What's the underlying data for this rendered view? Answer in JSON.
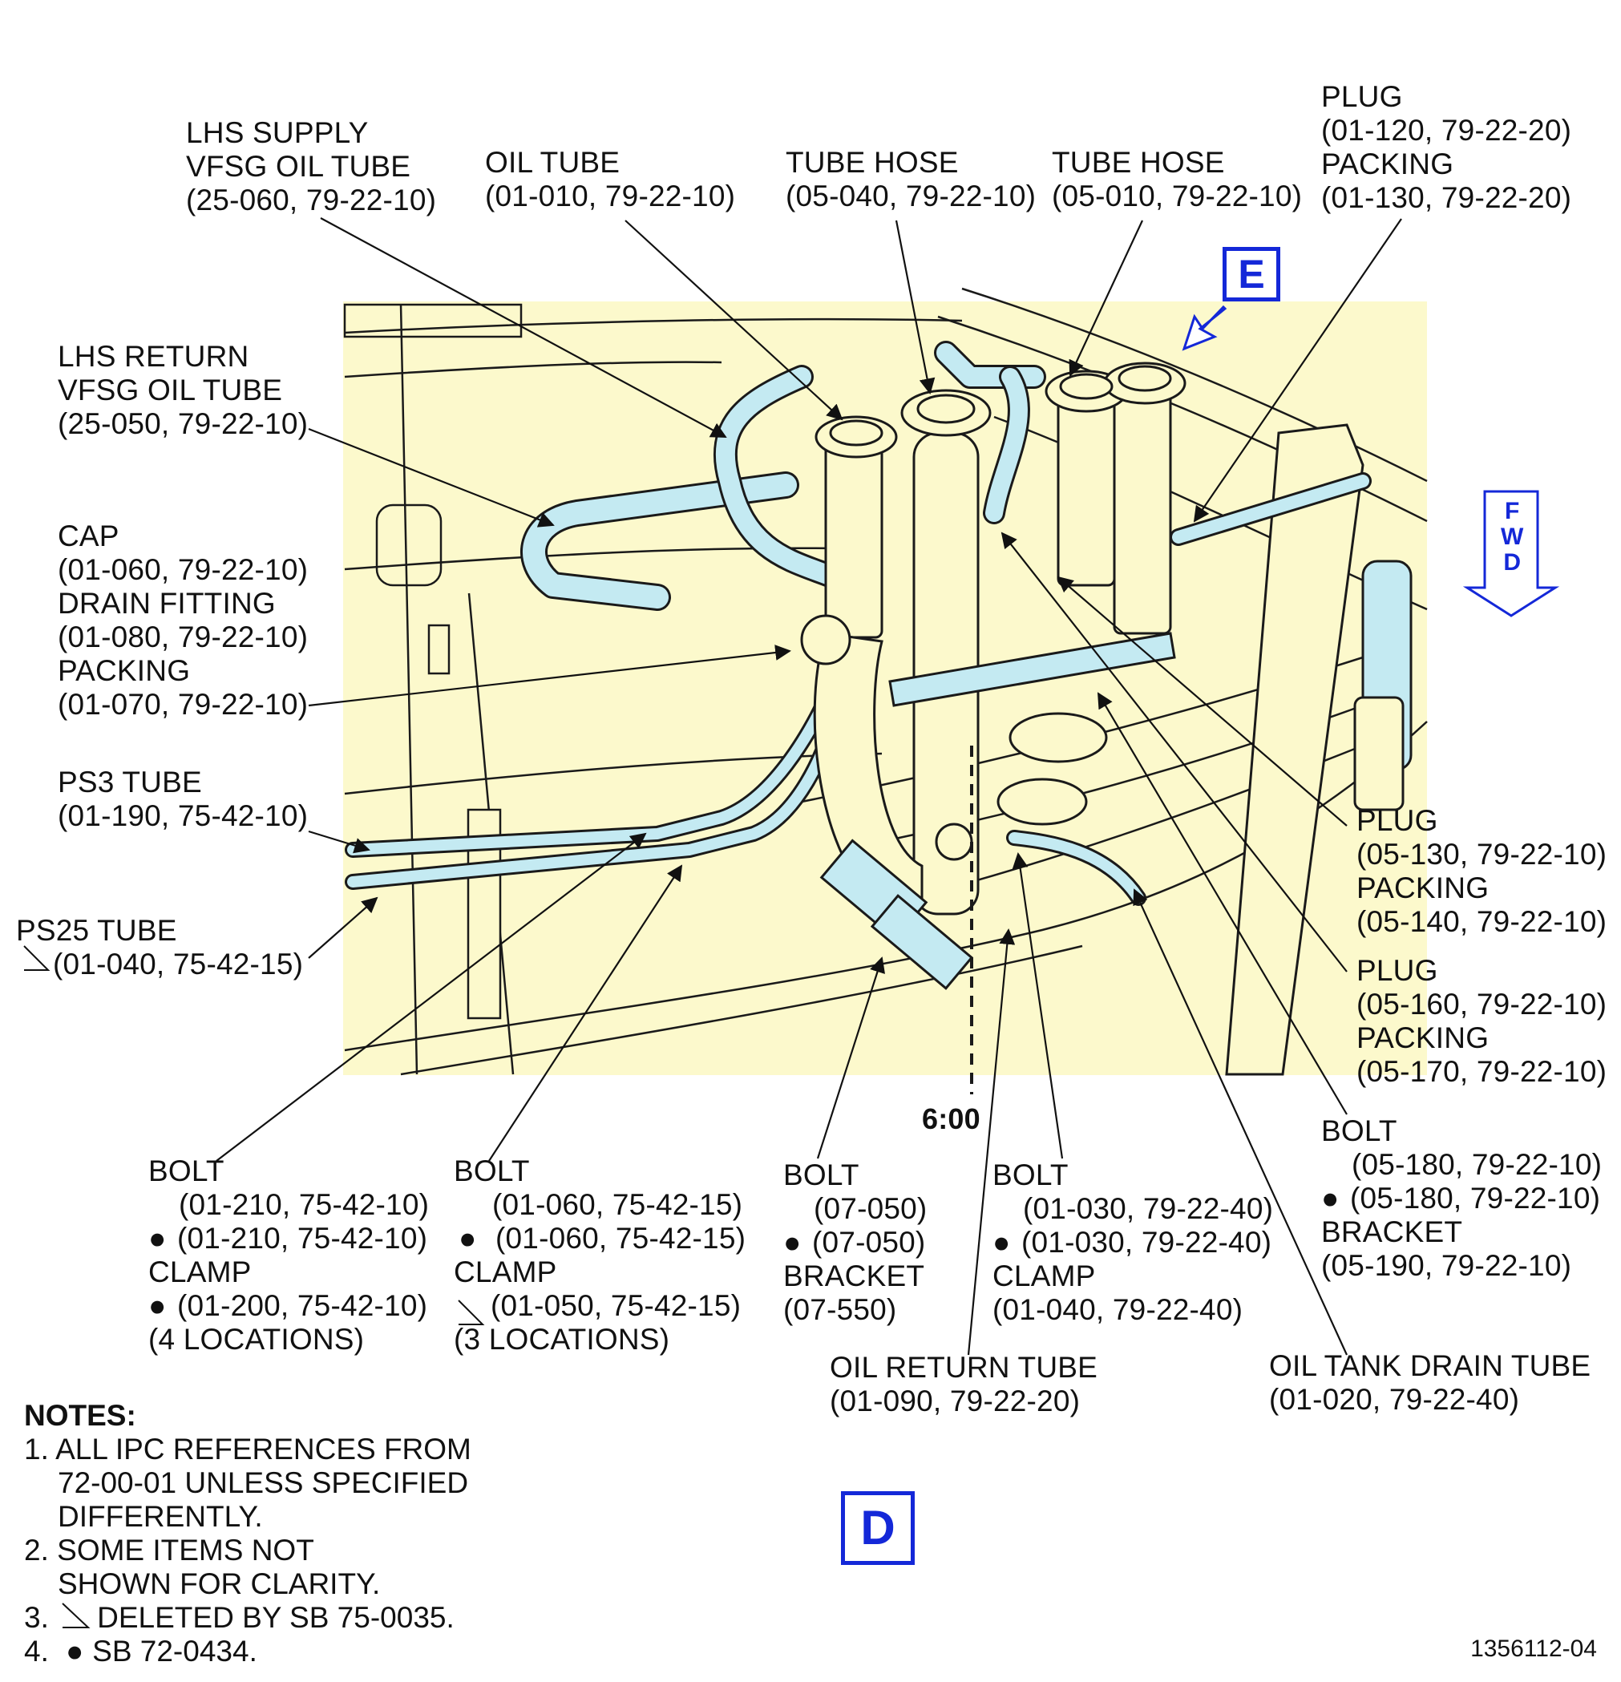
{
  "view_letter": "D",
  "detail_letter": "E",
  "fwd_letters": [
    "F",
    "W",
    "D"
  ],
  "clock_position": "6:00",
  "document_number": "1356112-04",
  "labels": {
    "lhs_supply": [
      "LHS SUPPLY",
      "VFSG OIL TUBE",
      "(25-060, 79-22-10)"
    ],
    "oil_tube": [
      "OIL TUBE",
      "(01-010, 79-22-10)"
    ],
    "tube_hose_1": [
      "TUBE HOSE",
      "(05-040, 79-22-10)"
    ],
    "tube_hose_2": [
      "TUBE HOSE",
      "(05-010, 79-22-10)"
    ],
    "plug_top": [
      "PLUG",
      "(01-120, 79-22-20)",
      "PACKING",
      "(01-130, 79-22-20)"
    ],
    "lhs_return": [
      "LHS RETURN",
      "VFSG OIL TUBE",
      "(25-050, 79-22-10)"
    ],
    "cap": [
      "CAP",
      "(01-060, 79-22-10)",
      "DRAIN FITTING",
      "(01-080, 79-22-10)",
      "PACKING",
      "(01-070, 79-22-10)"
    ],
    "ps3": [
      "PS3 TUBE",
      "(01-190, 75-42-10)"
    ],
    "ps25": [
      "PS25 TUBE",
      "(01-040, 75-42-15)"
    ],
    "plug_mid": [
      "PLUG",
      "(05-130, 79-22-10)",
      "PACKING",
      "(05-140, 79-22-10)"
    ],
    "plug_low": [
      "PLUG",
      "(05-160, 79-22-10)",
      "PACKING",
      "(05-170, 79-22-10)"
    ],
    "bolt_right": [
      "BOLT",
      "(05-180, 79-22-10)",
      "(05-180, 79-22-10)",
      "BRACKET",
      "(05-190, 79-22-10)"
    ],
    "bolt_1": [
      "BOLT",
      "(01-210, 75-42-10)",
      "(01-210, 75-42-10)",
      "CLAMP",
      "(01-200, 75-42-10)",
      "(4 LOCATIONS)"
    ],
    "bolt_2": [
      "BOLT",
      "(01-060, 75-42-15)",
      "(01-060, 75-42-15)",
      "CLAMP",
      "(01-050, 75-42-15)",
      "(3 LOCATIONS)"
    ],
    "bolt_3": [
      "BOLT",
      "(07-050)",
      "(07-050)",
      "BRACKET",
      "(07-550)"
    ],
    "bolt_4": [
      "BOLT",
      "(01-030, 79-22-40)",
      "(01-030, 79-22-40)",
      "CLAMP",
      "(01-040, 79-22-40)"
    ],
    "oil_return": [
      "OIL RETURN TUBE",
      "(01-090, 79-22-20)"
    ],
    "oil_tank_drain": [
      "OIL TANK DRAIN TUBE",
      "(01-020, 79-22-40)"
    ]
  },
  "notes": {
    "title": "NOTES:",
    "items": [
      [
        "1. ALL IPC REFERENCES FROM",
        "72-00-01 UNLESS SPECIFIED",
        "DIFFERENTLY."
      ],
      [
        "2. SOME ITEMS NOT",
        "SHOWN FOR CLARITY."
      ],
      [
        "3.",
        "DELETED BY SB 75-0035."
      ],
      [
        "4.",
        "SB 72-0434."
      ]
    ]
  },
  "colors": {
    "background_panel": "#fcf9cc",
    "tubes": "#c4eaf2",
    "outline": "#1a1a1a",
    "blue_callout": "#1428d8"
  }
}
